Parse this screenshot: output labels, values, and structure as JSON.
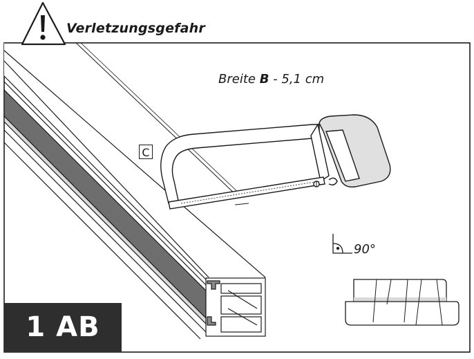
{
  "warning": {
    "text": "Verletzungsgefahr"
  },
  "measure": {
    "prefix": "Breite ",
    "bold": "B",
    "suffix": " - 5,1 cm"
  },
  "marker_c": "C",
  "angle": "90°",
  "step": "1 AB",
  "colors": {
    "ink": "#1a1a1a",
    "panel": "#2e2e2e",
    "rail_dark": "#6e6e6e",
    "rail_light": "#d9d9d9",
    "grip": "#e0e0e0"
  }
}
